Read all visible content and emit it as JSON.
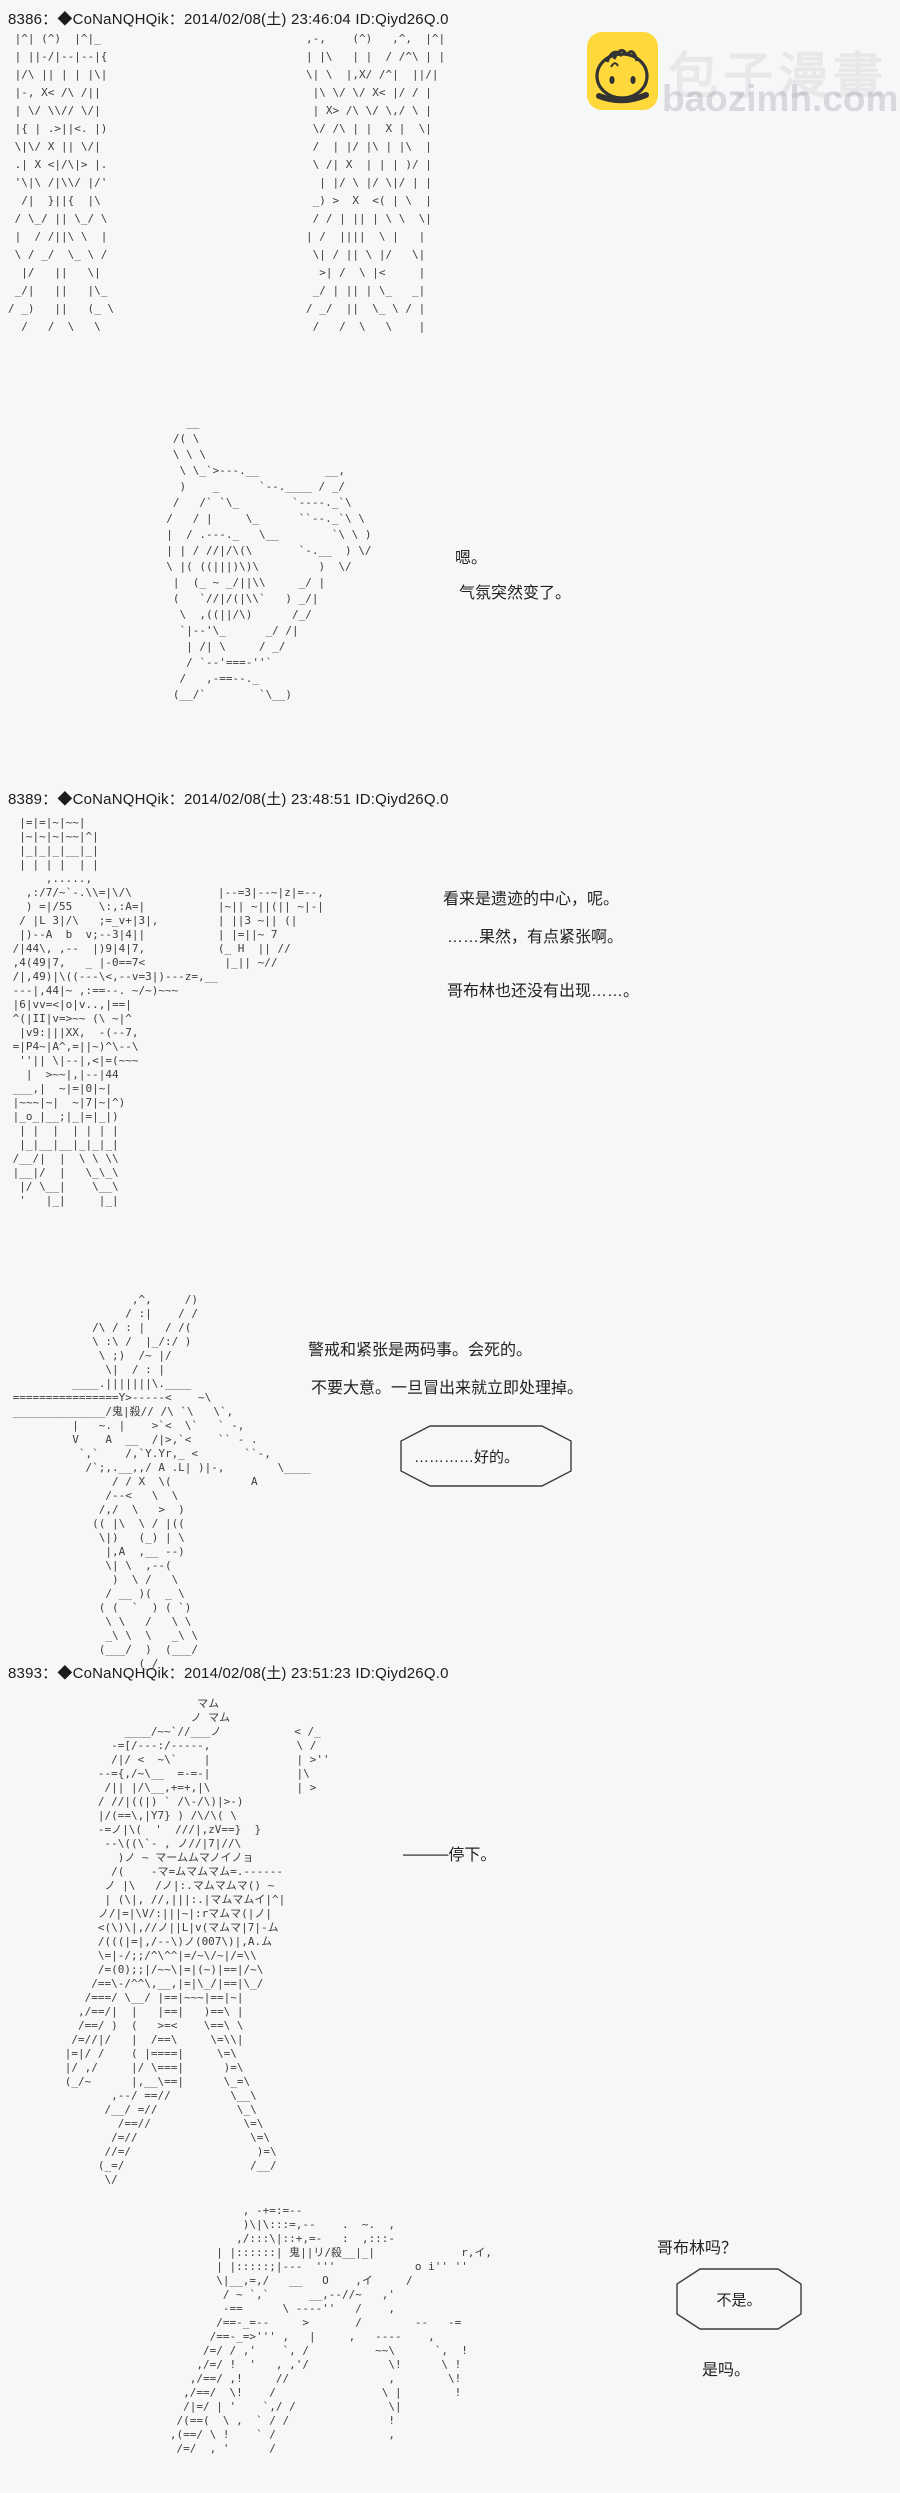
{
  "page": {
    "bg_color": "#f6f7f9",
    "aa_color": "#3d3d3d",
    "text_color": "#222222"
  },
  "watermark": {
    "title": "包子漫畫",
    "domain": "baozimh.com",
    "icon": "baozi-bun-icon",
    "icon_color": "#ffd93b",
    "icon_line_color": "#333333"
  },
  "posts": {
    "p8386": {
      "header": "8386：◆CoNaNQHQik：2014/02/08(土) 23:46:04 ID:Qiyd26Q.0"
    },
    "p8389": {
      "header": "8389：◆CoNaNQHQik：2014/02/08(土) 23:48:51 ID:Qiyd26Q.0"
    },
    "p8393": {
      "header": "8393：◆CoNaNQHQik：2014/02/08(土) 23:51:23 ID:Qiyd26Q.0"
    }
  },
  "dialogue": {
    "d1a": "嗯。",
    "d1b": "气氛突然变了。",
    "d2a": "看来是遗迹的中心，呢。",
    "d2b": "……果然，有点紧张啊。",
    "d2c": "哥布林也还没有出现……。",
    "d3a": "警戒和紧张是两码事。会死的。",
    "d3b": "不要大意。一旦冒出来就立即处理掉。",
    "bubble1": "…………好的。",
    "d4": "────停下。",
    "d5a": "哥布林吗？",
    "bubble2": "不是。",
    "d5b": "是吗。"
  },
  "ascii_art": {
    "forest": [
      " |^| (^)  |^|_                               ,-,    (^)   ,^,  |^|",
      " | ||-/|--|--|{                              | |\\   | |  / /^\\ | |",
      " |/\\ || | | |\\|                              \\| \\  |,X/ /^|  ||/|",
      " |-, X< /\\ /||                                |\\ \\/ \\/ X< |/ / |",
      " | \\/ \\\\// \\/|                                | X> /\\ \\/ \\,/ \\ |",
      " |{ | .>||<. |)                               \\/ /\\ | |  X |  \\|",
      " \\|\\/ X || \\/|                                /  | |/ |\\ | |\\  |",
      " .| X <|/\\|> |.                               \\ /| X  | | | )/ |",
      " '\\|\\ /|\\\\/ |/'                                | |/ \\ |/ \\|/ | |",
      "  /|  }||{  |\\                                _) >  X  <( | \\  |",
      " / \\_/ || \\_/ \\                               / / | || | \\ \\  \\|",
      " |  / /||\\ \\  |                              | /  ||||  \\ |   |",
      " \\ / _/  \\_ \\ /                               \\| / || \\ |/   \\|",
      "  |/   ||   \\|                                 >| /  \\ |<     |",
      " _/|   ||   |\\_                               _/ | || | \\_   _|",
      "/ _)   ||   (_ \\                             / _/  ||  \\_ \\ / |",
      "  /   /  \\   \\                                /   /  \\   \\    |"
    ],
    "bird": [
      "             __",
      "           /( \\",
      "           \\ \\ \\",
      "            \\ \\_`>---.__          __,",
      "            )    _      `--.____ / _/",
      "           /   /` `\\_        `----._`\\",
      "          /   / |     \\_      ``--._`\\ \\",
      "          |  / .---._   \\__        `\\ \\ )",
      "          | | / //|/\\(\\       `-.__  ) \\/",
      "          \\ |( ((|||)\\)\\         )  \\/",
      "           |  (_ ~ _/||\\\\     _/ |",
      "           (   `//|/(|\\\\`   ) _/|",
      "            \\  ,((||/\\)      /_/",
      "            `|--'\\_      _/ /|",
      "             | /| \\     / _/",
      "             / `--'===-''`",
      "            /   ,-==--._",
      "           (__/`        `\\__)"
    ],
    "ruins_group": [
      "  |=|=|~|~~|",
      "  |~|~|~|~~|^|",
      "  |_|_|_|__|_|",
      "  | | | |  | |",
      "      ,.....,",
      "   ,:/7/~`-.\\\\=|\\/\\             |--=3|--~|z|=--,",
      "   ) =|/55    \\:,:A=|           |~|| ~||(|| ~|-|",
      "  / |L 3|/\\   ;=_v+|3|,         | ||3 ~|| (|",
      "  |)--A  b  v;--3|4||           | |=||~ 7",
      " /|44\\, ,--  |)9|4|7,           (_ H  || //",
      " ,4(49|7,   _ |-0==7<            |_|| ~//",
      " /|,49)|\\((---\\<,--v=3|)---z=,__",
      " ---|,44|~ ,:==--. ~/~)~~~",
      " |6|vv=<|o|v..,|==|",
      " ^(|II|v=>~~ (\\ ~|^",
      "  |v9:|||XX,  -(--7,",
      " =|P4~|A^,=||~)^\\--\\",
      "  ''|| \\|--|,<|=(~~~",
      "   |  >~~|,|--|44",
      " ___,|  ~|=|0|~|",
      " |~~~|~|  ~|7|~|^)",
      " |_o_|__;|_|=|_|)",
      "  | |  |  | | | |",
      "  |_|__|__|_|_|_|",
      " /__/|  |  \\ \\ \\\\",
      " |__|/  |   \\_\\_\\",
      "  |/ \\__|    \\__\\",
      "  '   |_|     |_|"
    ],
    "sniper": [
      "                   ,^,     /)",
      "                  / :|    / /",
      "             /\\ / : |   / /(",
      "             \\ :\\ /  |_/:/ )",
      "              \\ ;)  /~ |/",
      "               \\|  / : |",
      "          ____.|||||||\\.____",
      " ================Y>-----<    ~\\",
      " ______________/鬼|殺// /\\ `\\   \\`,",
      "          |   ~. |    >`<  \\`   ` -,",
      "          V    A  __  /|>,`<    `` - .",
      "           `,`    /,`Y.Yr,_ <       ``-,",
      "            /`;,.__,,/ A .L| )|-,        \\____",
      "                / / X  \\(            A",
      "               /--<   \\  \\",
      "              /,/  \\   >  )",
      "             (( |\\  \\ / |((",
      "              \\|)   (_) | \\",
      "               |,A  ,__ --)",
      "               \\| \\  ,--(",
      "                )  \\ /   \\",
      "               / __ )(  _ \\",
      "              ( (  `  ) ( `)",
      "               \\ \\   /   \\ \\",
      "               _\\ \\  \\   _\\ \\",
      "              (___/  )  (___/",
      "                    (_/"
    ],
    "stop_scene": [
      "                          マム",
      "                         ノ マム",
      "               ____/~~`//___ノ           < /_",
      "             -=[/---:/-----,             \\ /",
      "             /|/ <  ~\\`    |             | >''",
      "           --={,/~\\__  =-=-|             |\\",
      "            /|| |/\\__,+=+,|\\             | >",
      "           / //|((|) ` /\\-/\\)|>-)",
      "           |/(==\\,|Y7} ) /\\/\\( \\",
      "           -=ノ|\\(  '  ///|,zV==}  }",
      "            --\\((\\`- , ノ//|7|//\\",
      "              )ノ ~ マームムマノイノョ",
      "             /(    -マ=ムマムマム=.------",
      "            ノ |\\   /ノ|:.マムマムマ() ~",
      "            | (\\|, //,|||:.|マムマムイ|^|",
      "           ノ/|=|\\V/:|||~|:rマムマ(|ノ|",
      "           <(\\)\\|,//ノ||L|v(マムマ|7|-ム",
      "           /(((|=|,/--\\)ノ(007\\)|,A.ム",
      "           \\=|-/;;/^\\^^|=/~\\/~|/=\\\\",
      "           /=(0);;|/~~\\|=|(~)|==|/~\\",
      "          /==\\-/^^\\,__,|=|\\_/|==|\\_/",
      "         /===/ \\__/ |==|~~~|==|~|",
      "        ,/==/|  |   |==|   )==\\ |",
      "        /==/ )  (   >=<    \\==\\ \\",
      "       /=//|/   |  /==\\     \\=\\\\|",
      "      |=|/ /    ( |====|     \\=\\",
      "      |/ ,/     |/ \\===|      )=\\",
      "      (_/~      |,__\\==|      \\_=\\",
      "             ,--/ ==//         \\__\\",
      "            /__/ =//            \\_\\",
      "              /==//              \\=\\",
      "             /=//                 \\=\\",
      "            //=/                   )=\\",
      "           (_=/                   /__/",
      "            \\/"
    ],
    "goblin_check": [
      "              , -+=:=--",
      "              )\\|\\:::=,--    .  ~.  ,",
      "             ,/:::\\|::+,=-   :  ,:::-",
      "          | |::::::| 鬼||リ/殺__|_|             r,イ,",
      "          | |:::::;|---  '''            o i'' ''",
      "          \\|__,=,/   __   O    ,イ     /",
      "           / ~ `,`      __,--//~   ,'",
      "           -==      \\ ----''   /    ,",
      "          /==-_=--     >       /        --   -=",
      "         /==-_=>''' ,   |     ,   ----    ,",
      "        /=/ / ,'    `, /          ~~\\      `,  !",
      "       ,/=/ !  '   , ,'/            \\!      \\ !",
      "      ,/==/ ,!     //               ,        \\!",
      "     ,/==/  \\!    /                \\ |        !",
      "     /|=/ | '    `,/ /              \\|",
      "    /(==(  \\ ,  ` / /               !",
      "   ,(==/ \\ !    ` /                 ,",
      "    /=/  , '      /"
    ]
  }
}
